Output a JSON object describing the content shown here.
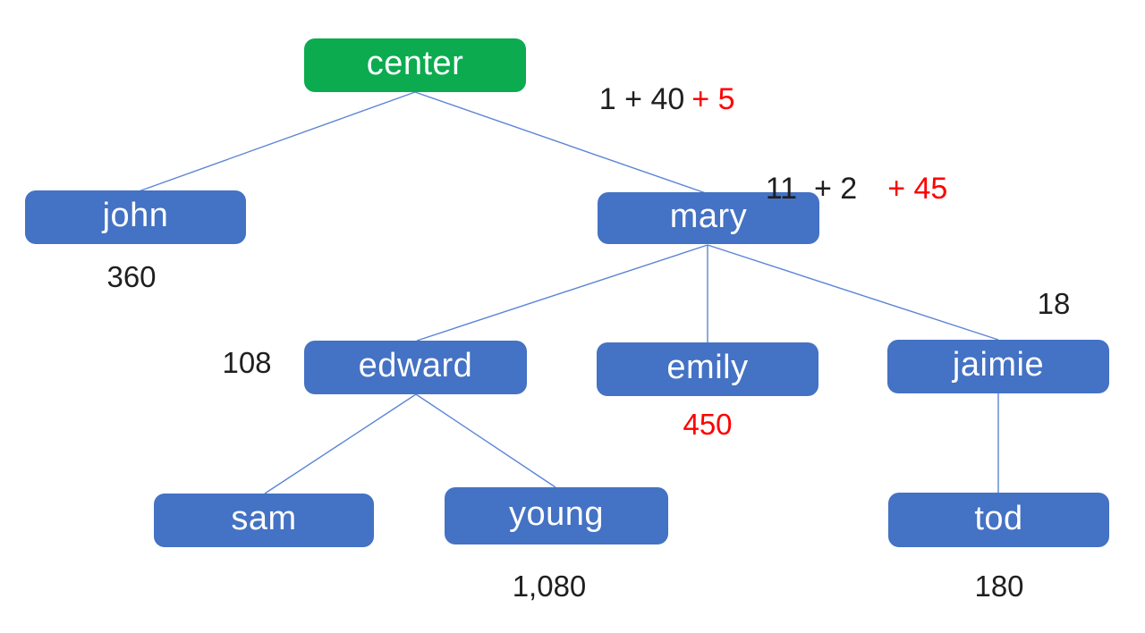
{
  "colors": {
    "background": "#ffffff",
    "root_fill": "#0cab50",
    "node_fill": "#4472c4",
    "node_text": "#ffffff",
    "connector": "#5b85d6",
    "text": "#1f1f1f",
    "highlight": "#ff0000"
  },
  "diagram": {
    "nodes": {
      "center": {
        "label": "center"
      },
      "john": {
        "label": "john"
      },
      "mary": {
        "label": "mary"
      },
      "edward": {
        "label": "edward"
      },
      "emily": {
        "label": "emily"
      },
      "jaimie": {
        "label": "jaimie"
      },
      "sam": {
        "label": "sam"
      },
      "young": {
        "label": "young"
      },
      "tod": {
        "label": "tod"
      }
    },
    "edges": [
      {
        "from": "center",
        "to": "john"
      },
      {
        "from": "center",
        "to": "mary"
      },
      {
        "from": "mary",
        "to": "edward"
      },
      {
        "from": "mary",
        "to": "emily"
      },
      {
        "from": "mary",
        "to": "jaimie"
      },
      {
        "from": "edward",
        "to": "sam"
      },
      {
        "from": "edward",
        "to": "young"
      },
      {
        "from": "jaimie",
        "to": "tod"
      }
    ],
    "annotations": {
      "center_expr": {
        "black": "1 + 40",
        "red": "+ 5"
      },
      "mary_expr": {
        "black": "11  + 2",
        "red": "+ 45"
      },
      "john_value": "360",
      "edward_value": "108",
      "emily_value": "450",
      "jaimie_value": "18",
      "young_value": "1,080",
      "tod_value": "180"
    }
  }
}
